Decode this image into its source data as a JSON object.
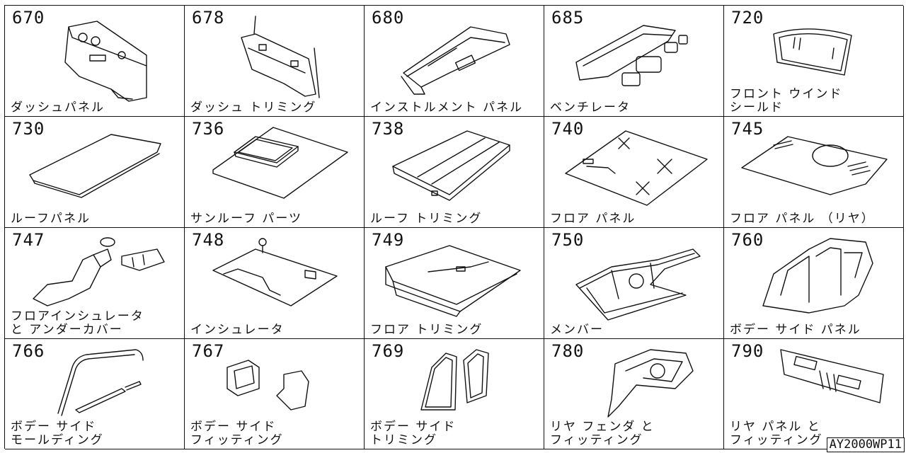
{
  "diagram": {
    "ref_code": "AY2000WP11",
    "cells": [
      {
        "code": "670",
        "lines": [
          "ダッシュパネル"
        ],
        "icon": "dash-panel-icon"
      },
      {
        "code": "678",
        "lines": [
          "ダッシュ トリミング"
        ],
        "icon": "dash-trimming-icon"
      },
      {
        "code": "680",
        "lines": [
          "インストルメント パネル"
        ],
        "icon": "instrument-panel-icon"
      },
      {
        "code": "685",
        "lines": [
          "ベンチレータ"
        ],
        "icon": "ventilator-icon"
      },
      {
        "code": "720",
        "lines": [
          "フロント ウインド",
          "シールド"
        ],
        "icon": "windshield-icon"
      },
      {
        "code": "730",
        "lines": [
          "ルーフパネル"
        ],
        "icon": "roof-panel-icon"
      },
      {
        "code": "736",
        "lines": [
          "サンルーフ パーツ"
        ],
        "icon": "sunroof-icon"
      },
      {
        "code": "738",
        "lines": [
          "ルーフ トリミング"
        ],
        "icon": "roof-trim-icon"
      },
      {
        "code": "740",
        "lines": [
          "フロア パネル"
        ],
        "icon": "floor-panel-icon"
      },
      {
        "code": "745",
        "lines": [
          "フロア パネル （リヤ）"
        ],
        "icon": "rear-floor-panel-icon"
      },
      {
        "code": "747",
        "lines": [
          "フロアインシュレータ",
          "と アンダーカバー"
        ],
        "icon": "floor-insulator-icon"
      },
      {
        "code": "748",
        "lines": [
          "インシュレータ"
        ],
        "icon": "insulator-icon"
      },
      {
        "code": "749",
        "lines": [
          "フロア トリミング"
        ],
        "icon": "floor-trim-icon"
      },
      {
        "code": "750",
        "lines": [
          "メンバー"
        ],
        "icon": "member-frame-icon"
      },
      {
        "code": "760",
        "lines": [
          "ボデー サイド パネル"
        ],
        "icon": "body-side-panel-icon"
      },
      {
        "code": "766",
        "lines": [
          "ボデー サイド",
          "モールディング"
        ],
        "icon": "side-molding-icon"
      },
      {
        "code": "767",
        "lines": [
          "ボデー サイド",
          "フィッティング"
        ],
        "icon": "side-fitting-icon"
      },
      {
        "code": "769",
        "lines": [
          "ボデー サイド",
          "トリミング"
        ],
        "icon": "side-trim-icon"
      },
      {
        "code": "780",
        "lines": [
          "リヤ フェンダ と",
          "フィッティング"
        ],
        "icon": "rear-fender-icon"
      },
      {
        "code": "790",
        "lines": [
          "リヤ パネル と",
          "フィッティング"
        ],
        "icon": "rear-panel-icon"
      }
    ]
  }
}
